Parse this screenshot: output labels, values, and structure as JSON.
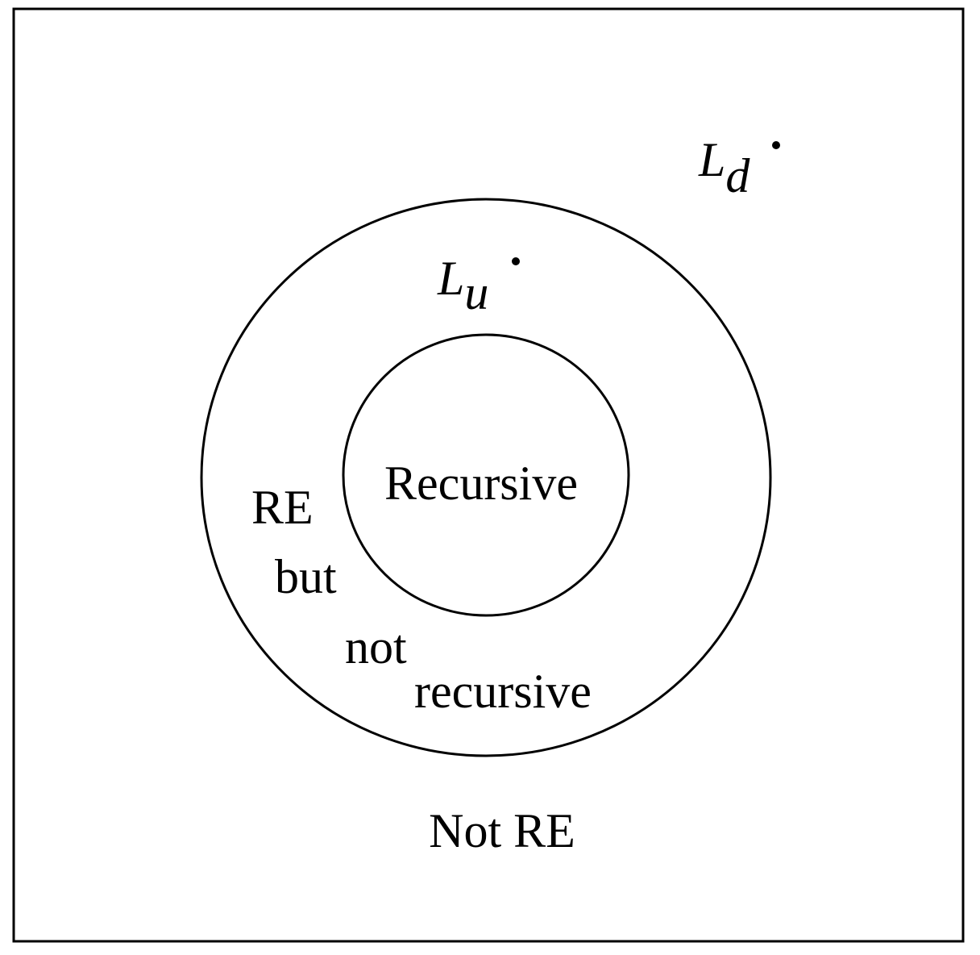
{
  "regions": {
    "recursive": "Recursive",
    "re_not_recursive": [
      "RE",
      "but",
      "not",
      "recursive"
    ],
    "not_re": "Not RE"
  },
  "languages": [
    {
      "symbol": "L",
      "subscript": "u"
    },
    {
      "symbol": "L",
      "subscript": "d"
    }
  ],
  "colors": {
    "ink": "#000000",
    "background": "#ffffff"
  }
}
